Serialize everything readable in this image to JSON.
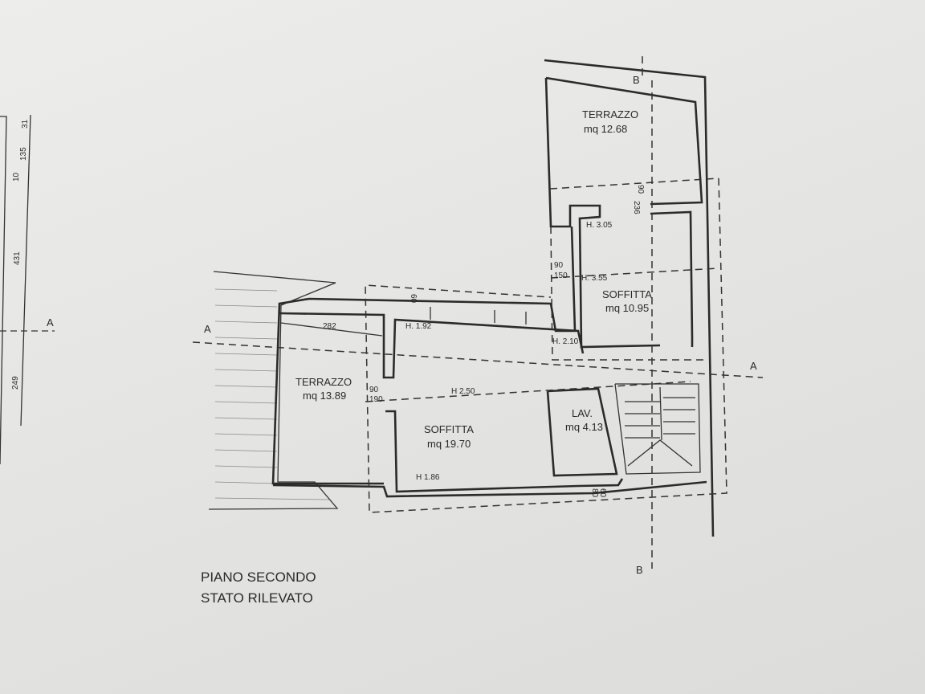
{
  "drawing": {
    "title_line1": "PIANO SECONDO",
    "title_line2": "STATO RILEVATO",
    "section_a": "A",
    "section_b": "B",
    "rooms": [
      {
        "name": "TERRAZZO",
        "area": "mq 12.68"
      },
      {
        "name": "SOFFITTA",
        "area": "mq 10.95"
      },
      {
        "name": "TERRAZZO",
        "area": "mq 13.89"
      },
      {
        "name": "SOFFITTA",
        "area": "mq 19.70"
      },
      {
        "name": "LAV.",
        "area": "mq 4.13"
      }
    ],
    "heights": [
      "H. 3.05",
      "H. 3.55",
      "H. 1.92",
      "H. 2.10",
      "H 2.50",
      "H 1.86"
    ],
    "dimensions": {
      "d282": "282",
      "d236": "236",
      "d90a": "90",
      "d90b": "90",
      "d150": "150",
      "d190": "190",
      "d90c": "90",
      "d60": "60",
      "d80": "80",
      "left_31": "31",
      "left_135": "135",
      "left_10": "10",
      "left_431": "431",
      "left_249": "249"
    }
  }
}
